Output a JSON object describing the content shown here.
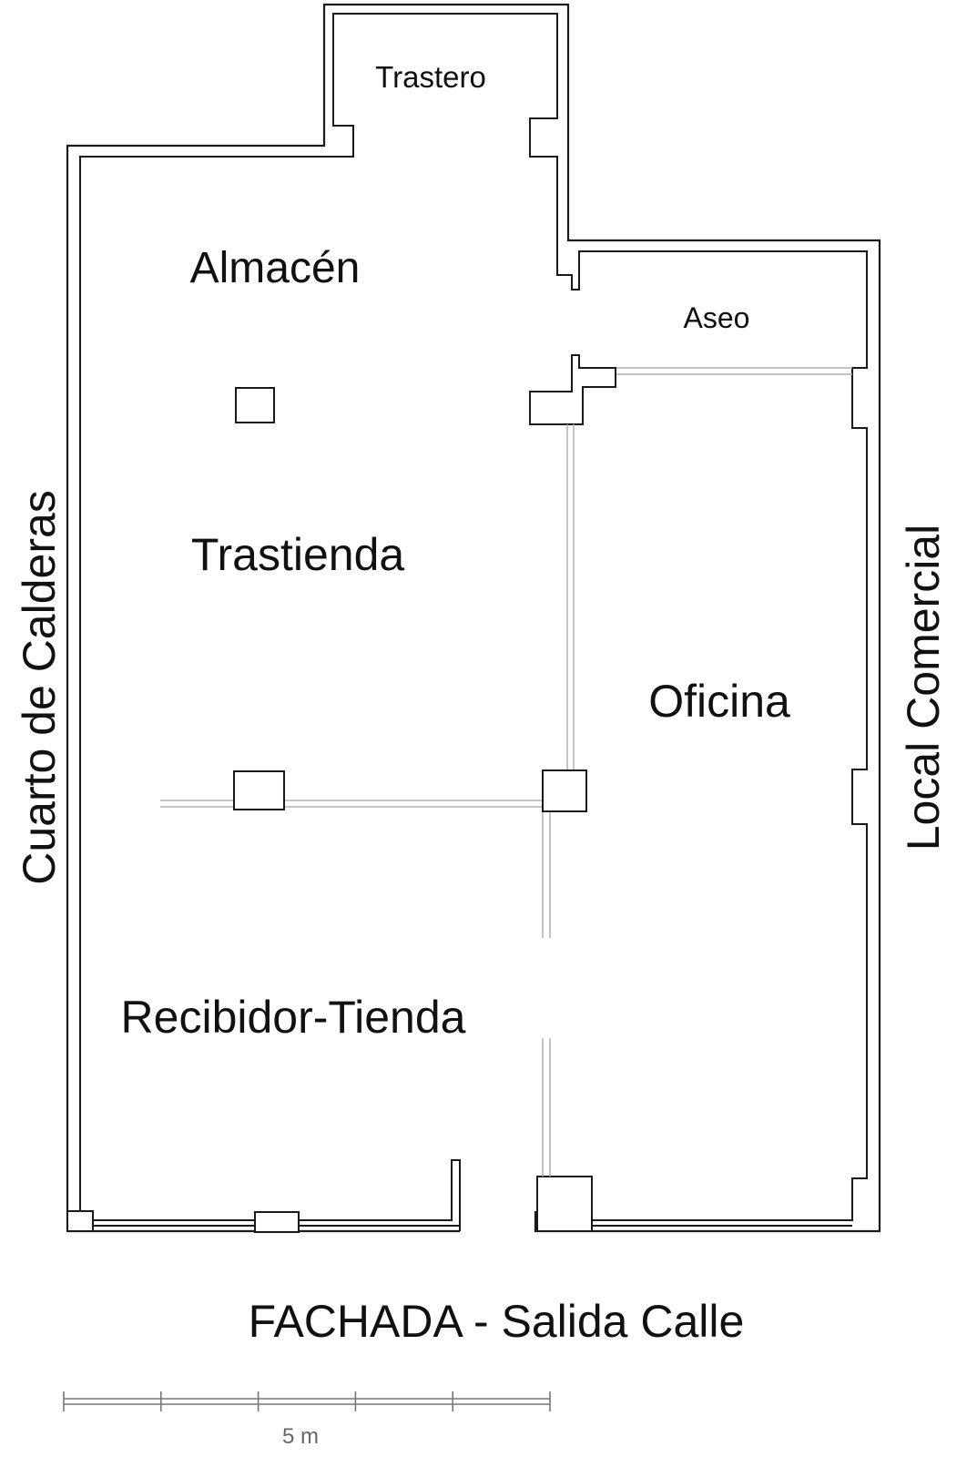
{
  "rooms": {
    "trastero": "Trastero",
    "almacen": "Almacén",
    "aseo": "Aseo",
    "trastienda": "Trastienda",
    "oficina": "Oficina",
    "recibidor": "Recibidor-Tienda"
  },
  "sides": {
    "left": "Cuarto de Calderas",
    "right": "Local Comercial",
    "bottom": "FACHADA - Salida Calle"
  },
  "scale": {
    "label": "5 m",
    "ticks": 5
  },
  "colors": {
    "wall": "#1a1a1a",
    "partition": "#b0b0b0",
    "background": "#ffffff"
  }
}
